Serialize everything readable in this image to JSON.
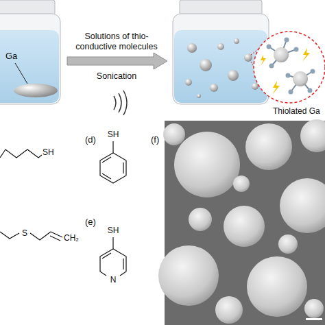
{
  "diagram": {
    "labels": [
      "Ga",
      "Solutions of thio-conductive molecules",
      "Sonication",
      "Thiolated Ga",
      "SH",
      "(d)",
      "SH",
      "(f)",
      "S",
      "CH₂",
      "(e)",
      "SH",
      "N"
    ]
  }
}
